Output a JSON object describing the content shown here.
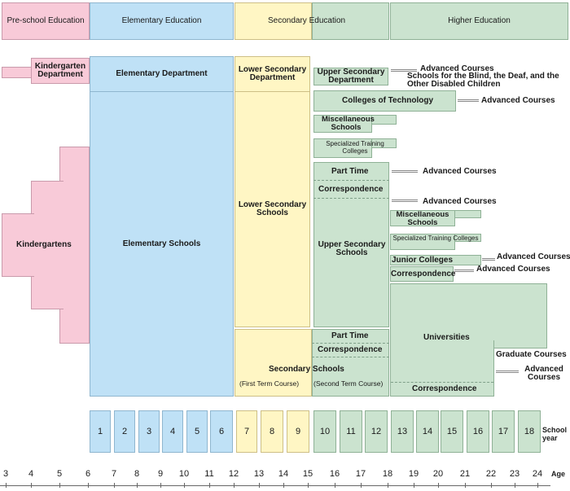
{
  "headers": {
    "preschool": "Pre-school Education",
    "elementary": "Elementary Education",
    "secondary": "Secondary Education",
    "higher": "Higher Education"
  },
  "boxes": {
    "kindergarten_dept": "Kindergarten Department",
    "kindergartens": "Kindergartens",
    "elementary_dept": "Elementary Department",
    "elementary_schools": "Elementary Schools",
    "lower_secondary_dept": "Lower Secondary Department",
    "lower_secondary_schools": "Lower Secondary Schools",
    "upper_secondary_dept": "Upper Secondary Department",
    "blind_deaf": "Schools for the Blind, the Deaf, and the Other Disabled Children",
    "colleges_tech": "Colleges of Technology",
    "misc_schools_1": "Miscellaneous Schools",
    "spec_training_1": "Specialized Training Colleges",
    "part_time_1": "Part Time",
    "correspondence_1": "Correspondence",
    "upper_secondary_schools": "Upper Secondary Schools",
    "misc_schools_2": "Miscellaneous Schools",
    "spec_training_2": "Specialized Training Colleges",
    "junior_colleges": "Junior Colleges",
    "correspondence_2": "Correspondence",
    "universities": "Universities",
    "graduate_courses": "Graduate Courses",
    "part_time_2": "Part Time",
    "correspondence_3": "Correspondence",
    "secondary_schools": "Secondary Schools",
    "first_term": "(First Term Course)",
    "second_term": "(Second Term Course)",
    "correspondence_4": "Correspondence",
    "advanced_courses": "Advanced Courses"
  },
  "school_years": [
    "1",
    "2",
    "3",
    "4",
    "5",
    "6",
    "7",
    "8",
    "9",
    "10",
    "11",
    "12",
    "13",
    "14",
    "15",
    "16",
    "17",
    "18"
  ],
  "school_year_label": "School year",
  "ages": [
    "3",
    "4",
    "5",
    "6",
    "7",
    "8",
    "9",
    "10",
    "11",
    "12",
    "13",
    "14",
    "15",
    "16",
    "17",
    "18",
    "19",
    "20",
    "21",
    "22",
    "23",
    "24"
  ],
  "age_label": "Age",
  "colors": {
    "preschool": "#f8cad8",
    "elementary": "#bfe1f6",
    "lower_secondary": "#fff6c4",
    "higher": "#cbe3cf"
  }
}
